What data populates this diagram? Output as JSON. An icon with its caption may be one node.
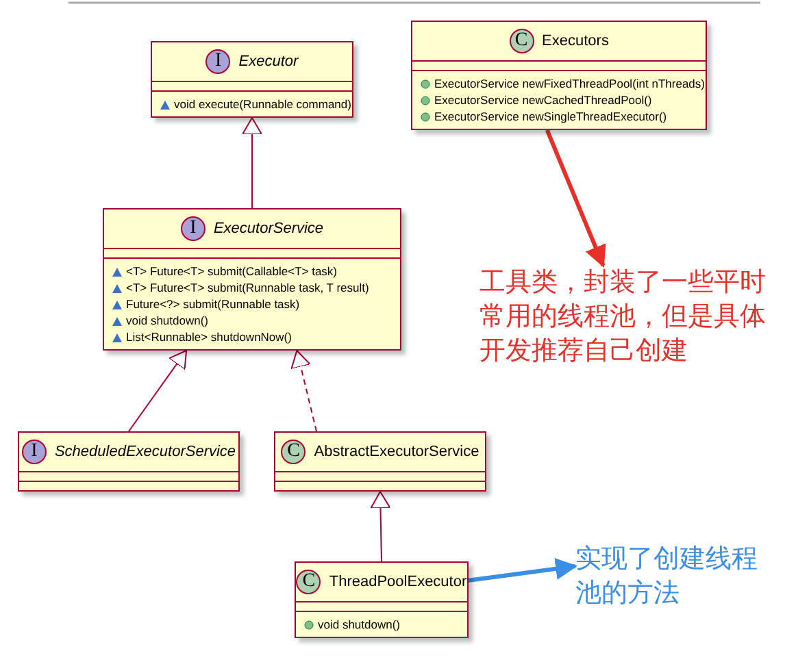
{
  "diagram": {
    "nodes": [
      {
        "text": [
          "I",
          "Executor",
          "void execute(Runnable command)"
        ]
      },
      {
        "text": [
          "C",
          "Executors",
          "ExecutorService newFixedThreadPool(int nThreads)",
          "ExecutorService newCachedThreadPool()",
          "ExecutorService newSingleThreadExecutor()"
        ]
      },
      {
        "text": [
          "I",
          "ExecutorService",
          "<T> Future<T> submit(Callable<T> task)",
          "<T> Future<T> submit(Runnable task, T result)",
          "Future<?> submit(Runnable task)",
          "void shutdown()",
          "List<Runnable> shutdownNow()"
        ]
      },
      {
        "text": [
          "工具类，封装了一些平时常用的线程池，但是具体开发推荐自己创建"
        ]
      },
      {
        "text": [
          "I",
          "ScheduledExecutorService"
        ]
      },
      {
        "text": [
          "C",
          "AbstractExecutorService"
        ]
      },
      {
        "text": [
          "C",
          "ThreadPoolExecutor",
          "void shutdown()"
        ]
      },
      {
        "text": [
          "实现了创建线程池的方法"
        ]
      }
    ],
    "edges": [
      {
        "from": 2,
        "to": 0,
        "arrow": "to"
      },
      {
        "from": 1,
        "to": 3,
        "arrow": "to",
        "style": "thick",
        "color": "#e8302a"
      },
      {
        "from": 4,
        "to": 2,
        "arrow": "to"
      },
      {
        "from": 5,
        "to": 2,
        "arrow": "to",
        "style": "dashed"
      },
      {
        "from": 6,
        "to": 5,
        "arrow": "to"
      },
      {
        "from": 6,
        "to": 7,
        "arrow": "to",
        "style": "thick",
        "color": "#3a8ee6"
      }
    ]
  }
}
